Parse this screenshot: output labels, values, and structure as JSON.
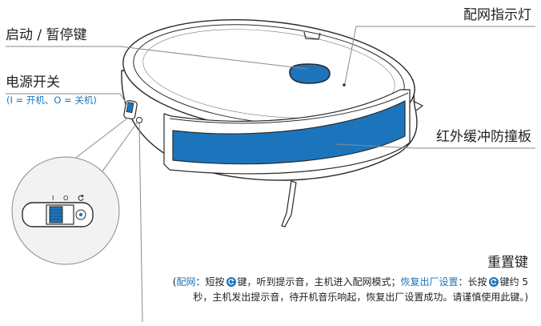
{
  "labels": {
    "start_pause": "启动 / 暂停键",
    "pairing_indicator": "配网指示灯",
    "power_switch": "电源开关",
    "power_switch_note": "(I = 开机、O = 关机)",
    "ir_bumper": "红外缓冲防撞板",
    "reset_key": "重置键"
  },
  "switch_marks": {
    "on": "I",
    "off": "O"
  },
  "reset_description": {
    "open_paren": "(",
    "pairing_term": "配网",
    "pairing_text_1": "：短按",
    "pairing_text_2": "键，听到提示音，主机进入配网模式；",
    "factory_term": "恢复出厂设置",
    "factory_text_1": "：长按",
    "factory_text_2": "键约 5 秒，主机发出提示音，待开机音乐响起，恢复出厂设置成功。请谨慎使用此键。)"
  },
  "colors": {
    "accent_blue": "#1c75bc",
    "outline": "#2a2a2a",
    "leader_line": "#8a8a8a",
    "callout_circle_fill": "#f2f2f2"
  },
  "icons": [
    "reset-icon",
    "power-switch-icon"
  ]
}
